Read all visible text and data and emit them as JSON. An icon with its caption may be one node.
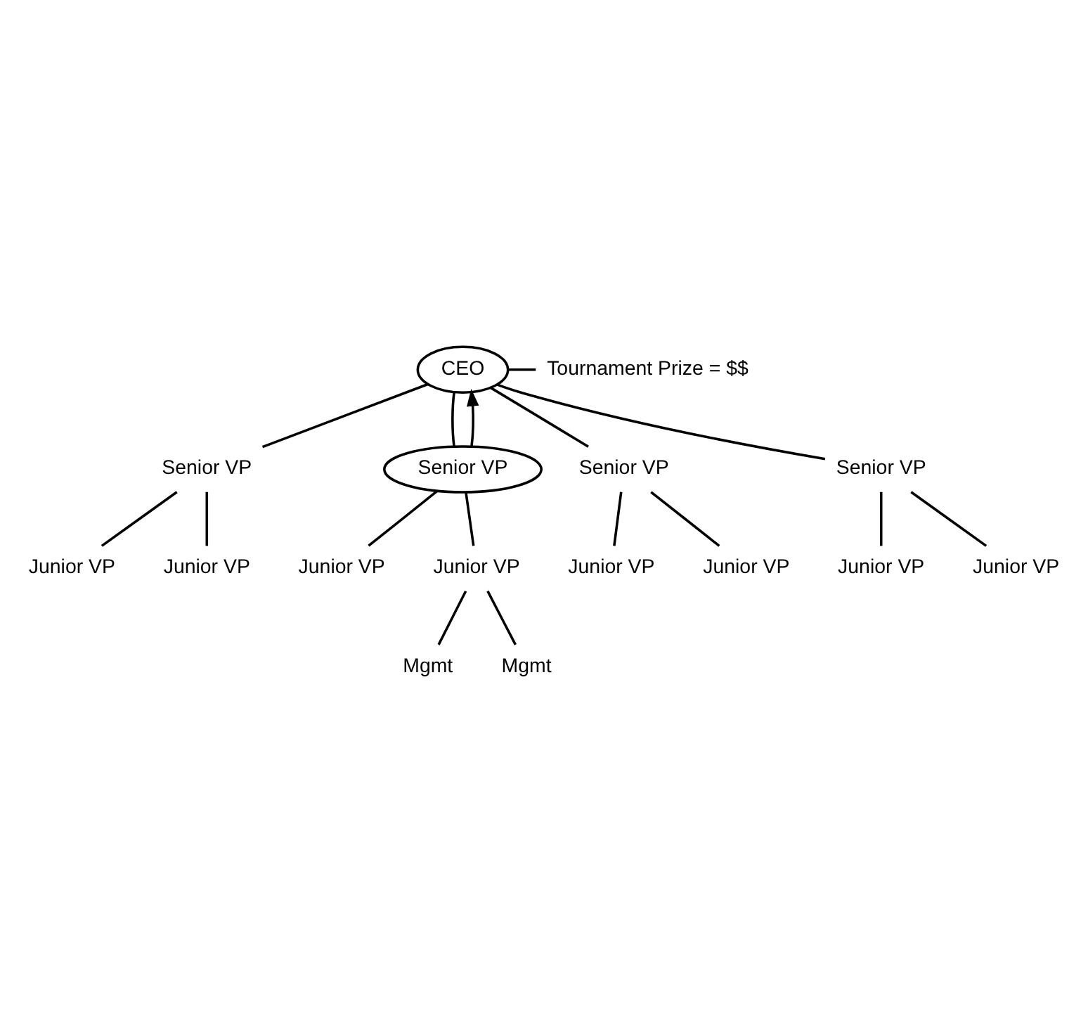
{
  "diagram": {
    "nodes": [
      {
        "text": [
          "CEO"
        ]
      },
      {
        "text": [
          "Senior VP"
        ]
      },
      {
        "text": [
          "Senior VP"
        ]
      },
      {
        "text": [
          "Senior VP"
        ]
      },
      {
        "text": [
          "Senior VP"
        ]
      },
      {
        "text": [
          "Junior VP"
        ]
      },
      {
        "text": [
          "Junior VP"
        ]
      },
      {
        "text": [
          "Junior VP"
        ]
      },
      {
        "text": [
          "Junior VP"
        ]
      },
      {
        "text": [
          "Junior VP"
        ]
      },
      {
        "text": [
          "Junior VP"
        ]
      },
      {
        "text": [
          "Junior VP"
        ]
      },
      {
        "text": [
          "Junior VP"
        ]
      },
      {
        "text": [
          "Mgmt"
        ]
      },
      {
        "text": [
          "Mgmt"
        ]
      },
      {
        "text": [
          "Tournament Prize = $$"
        ]
      }
    ],
    "edges": [
      {
        "from": 15,
        "to": 0,
        "arrow": "none"
      },
      {
        "from": 0,
        "to": 1,
        "arrow": "none"
      },
      {
        "from": 0,
        "to": 2,
        "arrow": "none"
      },
      {
        "from": 2,
        "to": 0,
        "arrow": "to"
      },
      {
        "from": 0,
        "to": 3,
        "arrow": "none"
      },
      {
        "from": 0,
        "to": 4,
        "arrow": "none"
      },
      {
        "from": 1,
        "to": 5,
        "arrow": "none"
      },
      {
        "from": 1,
        "to": 6,
        "arrow": "none"
      },
      {
        "from": 2,
        "to": 7,
        "arrow": "none"
      },
      {
        "from": 2,
        "to": 8,
        "arrow": "none"
      },
      {
        "from": 3,
        "to": 9,
        "arrow": "none"
      },
      {
        "from": 3,
        "to": 10,
        "arrow": "none"
      },
      {
        "from": 4,
        "to": 11,
        "arrow": "none"
      },
      {
        "from": 4,
        "to": 12,
        "arrow": "none"
      },
      {
        "from": 8,
        "to": 13,
        "arrow": "none"
      },
      {
        "from": 8,
        "to": 14,
        "arrow": "none"
      }
    ]
  }
}
